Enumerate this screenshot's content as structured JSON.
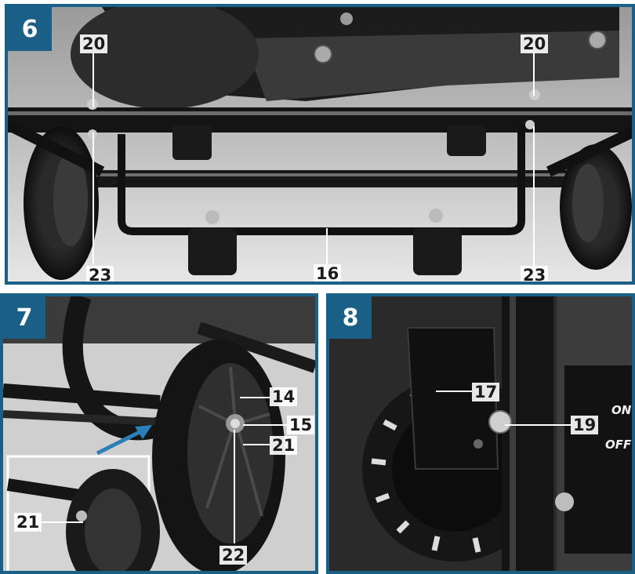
{
  "figures": [
    {
      "number": "6",
      "callouts": [
        "20",
        "20",
        "23",
        "16",
        "23"
      ]
    },
    {
      "number": "7",
      "callouts": [
        "14",
        "15",
        "21",
        "22",
        "21"
      ]
    },
    {
      "number": "8",
      "callouts": [
        "17",
        "19"
      ],
      "panel_text": [
        "ON",
        "OFF"
      ]
    }
  ],
  "colors": {
    "frame_blue": "#1a5f86",
    "label_text": "#1b1b1b",
    "leader_white": "#ffffff",
    "arrow_blue": "#2b7fb8"
  }
}
